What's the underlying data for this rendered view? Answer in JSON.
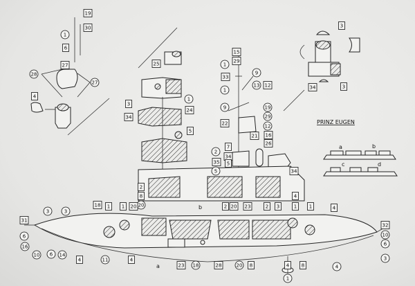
{
  "title": "PRINZ EUGEN",
  "inset_letters": [
    "a",
    "b",
    "c",
    "d"
  ],
  "hull_letters": [
    "b",
    "a"
  ],
  "labels": [
    {
      "text": "19",
      "shape": "box"
    },
    {
      "text": "30",
      "shape": "box"
    },
    {
      "text": "1",
      "shape": "circle"
    },
    {
      "text": "6",
      "shape": "box"
    },
    {
      "text": "27",
      "shape": "box"
    },
    {
      "text": "28",
      "shape": "circle"
    },
    {
      "text": "27",
      "shape": "circle"
    },
    {
      "text": "4",
      "shape": "box"
    },
    {
      "text": "25",
      "shape": "box"
    },
    {
      "text": "1",
      "shape": "circle"
    },
    {
      "text": "24",
      "shape": "box"
    },
    {
      "text": "3",
      "shape": "box"
    },
    {
      "text": "34",
      "shape": "box"
    },
    {
      "text": "5",
      "shape": "box"
    },
    {
      "text": "15",
      "shape": "box"
    },
    {
      "text": "29",
      "shape": "box"
    },
    {
      "text": "1",
      "shape": "circle"
    },
    {
      "text": "33",
      "shape": "box"
    },
    {
      "text": "9",
      "shape": "circle"
    },
    {
      "text": "13",
      "shape": "circle"
    },
    {
      "text": "12",
      "shape": "box"
    },
    {
      "text": "1",
      "shape": "circle"
    },
    {
      "text": "9",
      "shape": "circle"
    },
    {
      "text": "19",
      "shape": "circle"
    },
    {
      "text": "29",
      "shape": "circle"
    },
    {
      "text": "12",
      "shape": "circle"
    },
    {
      "text": "22",
      "shape": "box"
    },
    {
      "text": "16",
      "shape": "box"
    },
    {
      "text": "21",
      "shape": "box"
    },
    {
      "text": "26",
      "shape": "box"
    },
    {
      "text": "7",
      "shape": "box"
    },
    {
      "text": "34",
      "shape": "box"
    },
    {
      "text": "2",
      "shape": "circle"
    },
    {
      "text": "35",
      "shape": "box"
    },
    {
      "text": "5",
      "shape": "box"
    },
    {
      "text": "5",
      "shape": "circle"
    },
    {
      "text": "34",
      "shape": "box"
    },
    {
      "text": "3",
      "shape": "box"
    },
    {
      "text": "34",
      "shape": "box"
    },
    {
      "text": "3",
      "shape": "box"
    },
    {
      "text": "2",
      "shape": "box"
    },
    {
      "text": "8",
      "shape": "box"
    },
    {
      "text": "20",
      "shape": "circle"
    },
    {
      "text": "2",
      "shape": "box"
    },
    {
      "text": "20",
      "shape": "box"
    },
    {
      "text": "23",
      "shape": "box"
    },
    {
      "text": "2",
      "shape": "box"
    },
    {
      "text": "3",
      "shape": "box"
    },
    {
      "text": "4",
      "shape": "box"
    },
    {
      "text": "1",
      "shape": "box"
    },
    {
      "text": "18",
      "shape": "box"
    },
    {
      "text": "1",
      "shape": "box"
    },
    {
      "text": "1",
      "shape": "box"
    },
    {
      "text": "20",
      "shape": "box"
    },
    {
      "text": "1",
      "shape": "box"
    },
    {
      "text": "4",
      "shape": "box"
    },
    {
      "text": "31",
      "shape": "box"
    },
    {
      "text": "3",
      "shape": "circle"
    },
    {
      "text": "3",
      "shape": "circle"
    },
    {
      "text": "32",
      "shape": "box"
    },
    {
      "text": "6",
      "shape": "circle"
    },
    {
      "text": "16",
      "shape": "circle"
    },
    {
      "text": "10",
      "shape": "circle"
    },
    {
      "text": "6",
      "shape": "circle"
    },
    {
      "text": "14",
      "shape": "circle"
    },
    {
      "text": "4",
      "shape": "box"
    },
    {
      "text": "11",
      "shape": "circle"
    },
    {
      "text": "4",
      "shape": "box"
    },
    {
      "text": "10",
      "shape": "circle"
    },
    {
      "text": "6",
      "shape": "circle"
    },
    {
      "text": "3",
      "shape": "circle"
    },
    {
      "text": "23",
      "shape": "box"
    },
    {
      "text": "18",
      "shape": "circle"
    },
    {
      "text": "28",
      "shape": "box"
    },
    {
      "text": "20",
      "shape": "circle"
    },
    {
      "text": "8",
      "shape": "box"
    },
    {
      "text": "4",
      "shape": "box"
    },
    {
      "text": "8",
      "shape": "box"
    },
    {
      "text": "4",
      "shape": "circle"
    },
    {
      "text": "1",
      "shape": "circle"
    }
  ]
}
